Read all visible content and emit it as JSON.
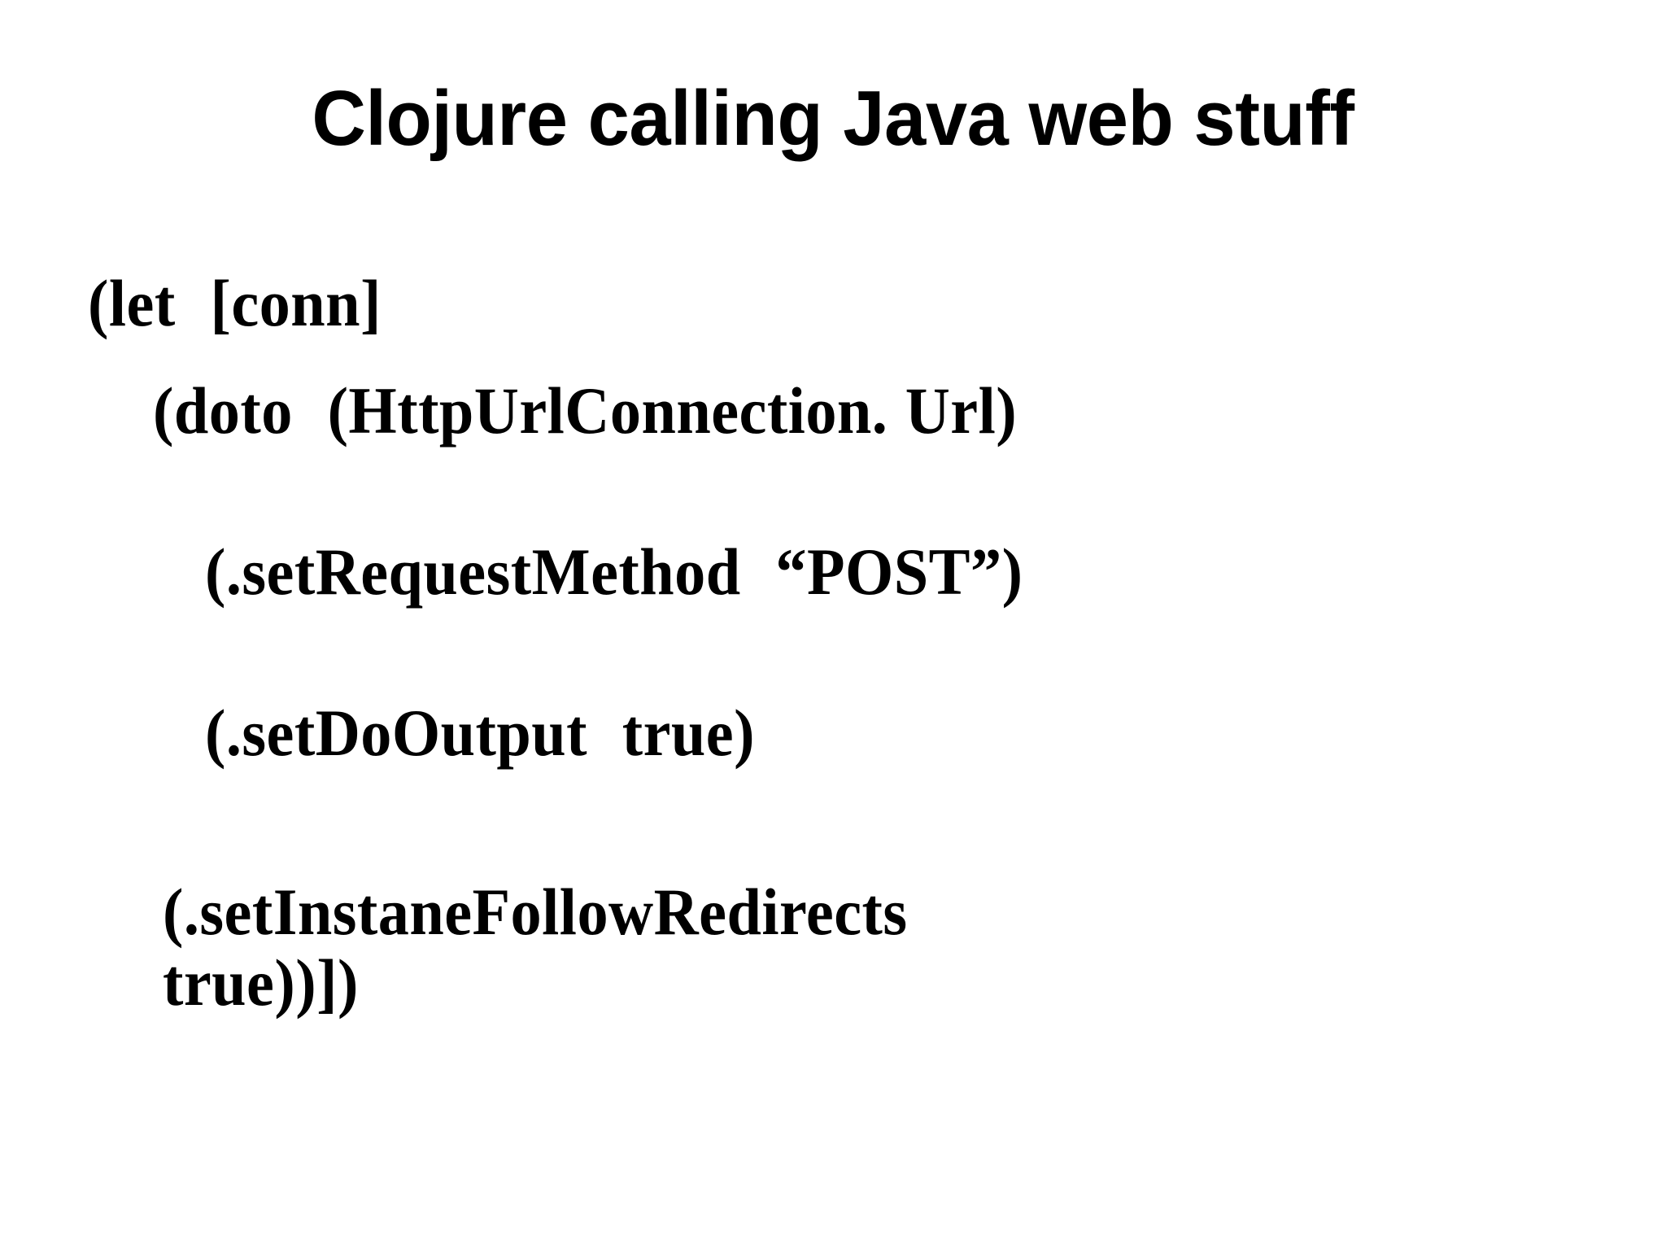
{
  "slide": {
    "background_color": "#ffffff",
    "text_color": "#000000",
    "title": "Clojure calling Java web stuff",
    "code": {
      "language": "Clojure",
      "lines": [
        "(let  [conn]",
        "(doto  (HttpUrlConnection. Url)",
        "(.setRequestMethod  “POST”)",
        "(.setDoOutput  true)",
        "(.setInstaneFollowRedirects            true))])"
      ]
    }
  }
}
